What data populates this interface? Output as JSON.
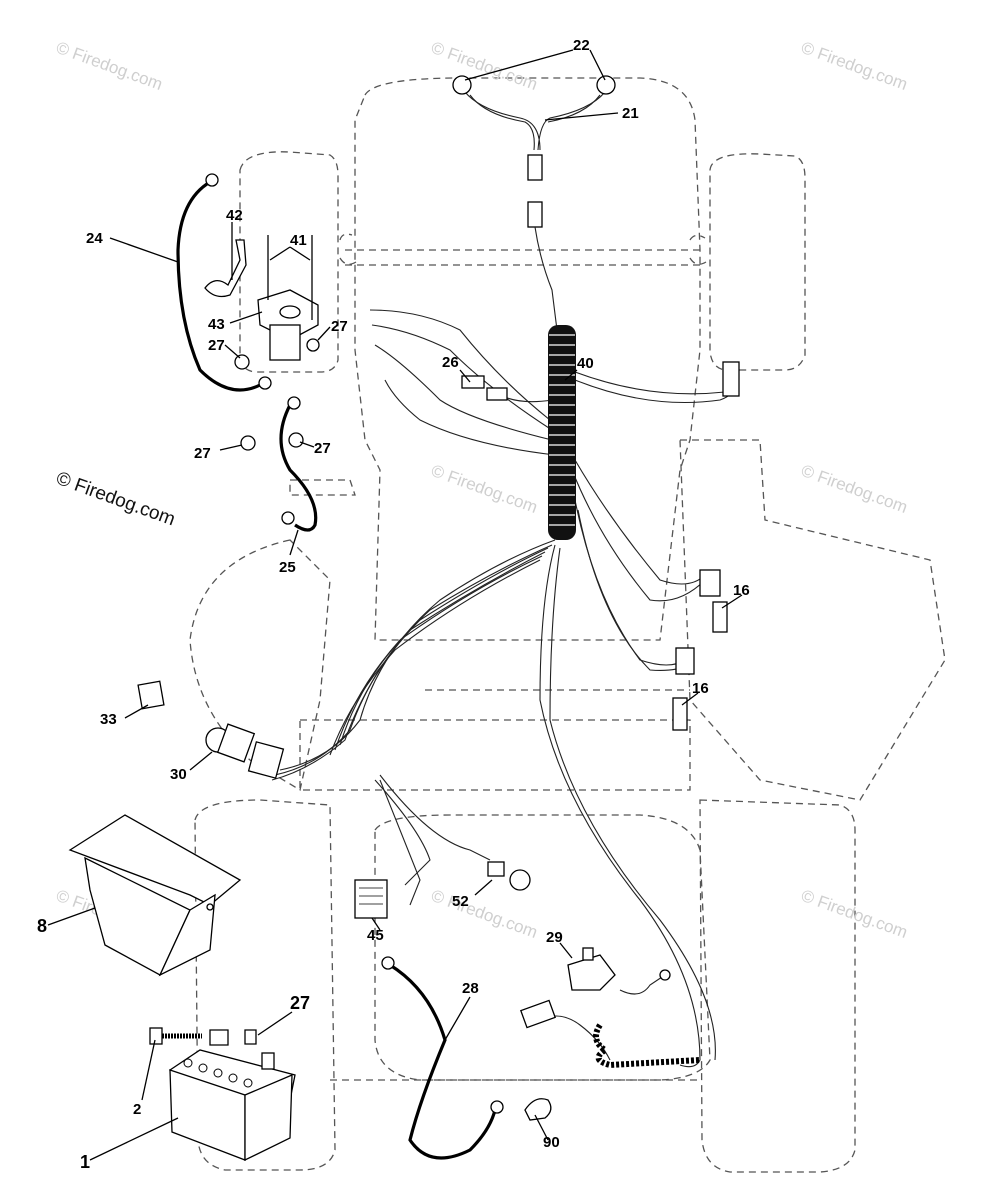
{
  "watermark": {
    "text": "© Firedog.com",
    "primary_text": "© Firedog.com"
  },
  "callouts": {
    "p1": "1",
    "p2": "2",
    "p8": "8",
    "p16a": "16",
    "p16b": "16",
    "p21": "21",
    "p22": "22",
    "p24": "24",
    "p25": "25",
    "p26": "26",
    "p27a": "27",
    "p27b": "27",
    "p27c": "27",
    "p27d": "27",
    "p27e": "27",
    "p28": "28",
    "p29": "29",
    "p30": "30",
    "p33": "33",
    "p40": "40",
    "p41": "41",
    "p42": "42",
    "p43": "43",
    "p45": "45",
    "p52": "52",
    "p90": "90"
  }
}
